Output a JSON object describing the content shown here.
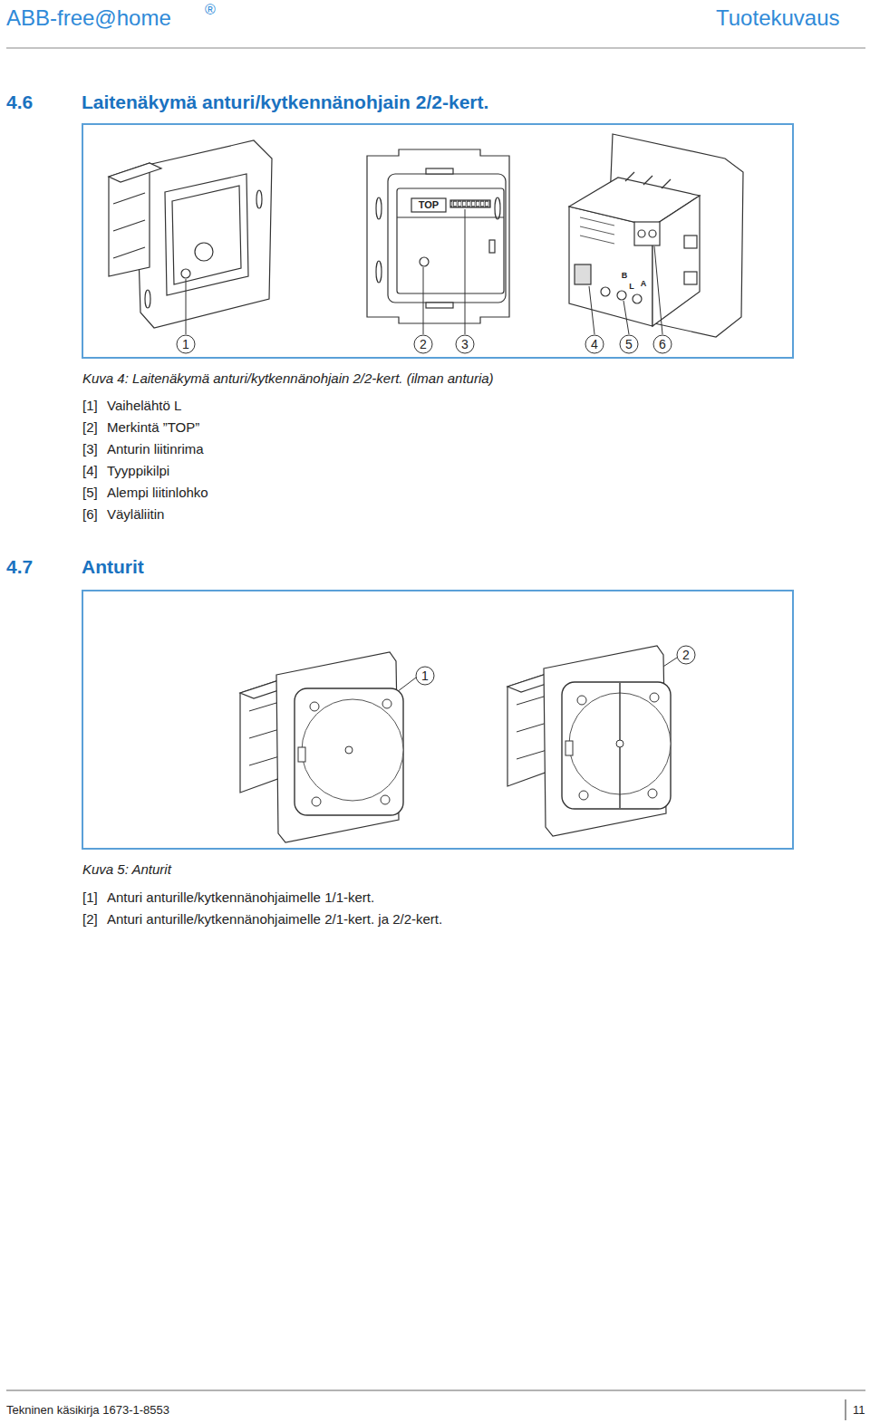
{
  "diagram": {
    "labels": [
      "ABB-free@home",
      "®",
      "Tuotekuvaus",
      "4.6",
      "Laitenäkymä anturi/kytkennänohjain 2/2-kert.",
      "TOP",
      "B",
      "L",
      "A",
      "1",
      "2",
      "3",
      "4",
      "5",
      "6",
      "Kuva 4: Laitenäkymä anturi/kytkennänohjain 2/2-kert. (ilman anturia)",
      "[1]",
      "Vaihelähtö L",
      "[2]",
      "Merkintä ”TOP”",
      "[3]",
      "Anturin liitinrima",
      "[4]",
      "Tyyppikilpi",
      "[5]",
      "Alempi liitinlohko",
      "[6]",
      "Väyläliitin",
      "4.7",
      "Anturit",
      "1",
      "2",
      "Kuva 5: Anturit",
      "[1]",
      "Anturi anturille/kytkennänohjaimelle 1/1-kert.",
      "[2]",
      "Anturi anturille/kytkennänohjaimelle 2/1-kert. ja 2/2-kert.",
      "Tekninen käsikirja 1673-1-8553",
      "11"
    ]
  }
}
